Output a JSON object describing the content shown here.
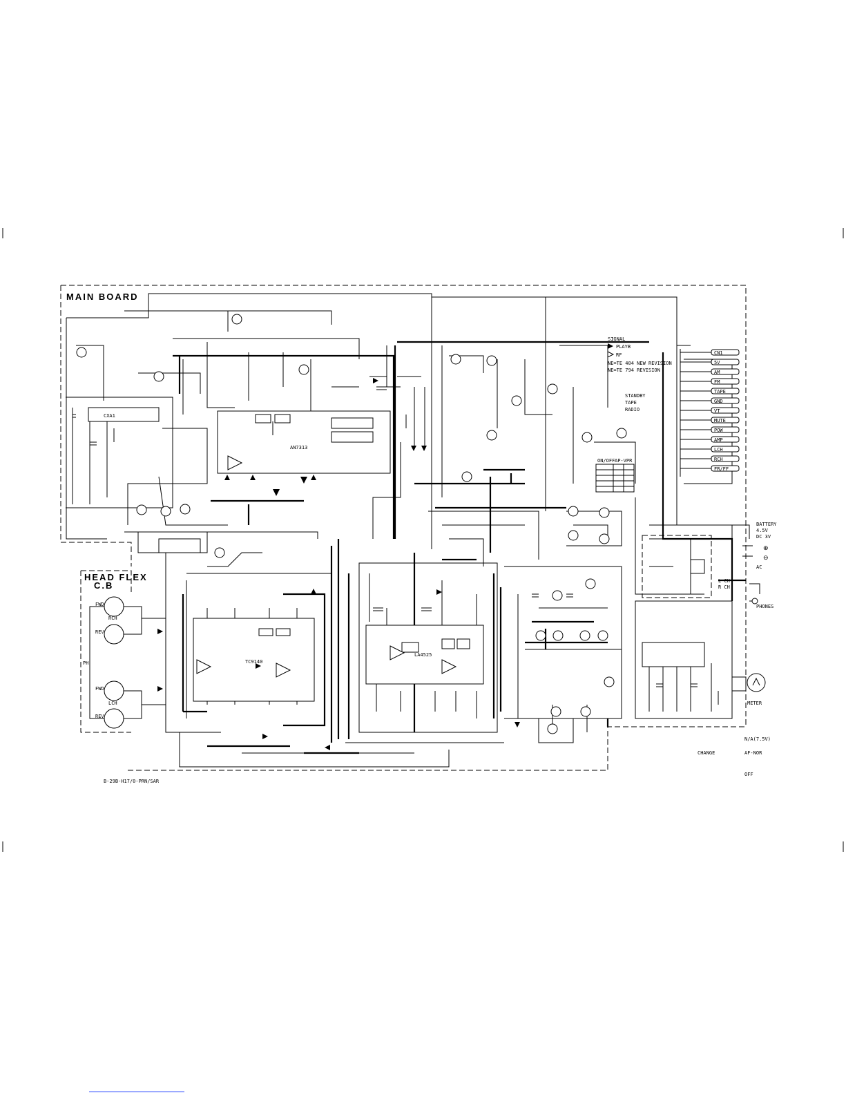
{
  "board": {
    "main_title": "MAIN BOARD",
    "head_flex_title": "HEAD FLEX",
    "head_flex_sub": "C.B"
  },
  "head": {
    "fwd_r": "FWD",
    "rev_r": "REV",
    "rch": "RCH",
    "lch": "LCH",
    "fwd_l": "FWD",
    "rev_l": "REV",
    "ph": "PH"
  },
  "legend": {
    "title": "SIGNAL",
    "play": "PLAYB",
    "rf": "RF",
    "note1": "NE=TE 404 NEW REVISION",
    "note2": "NE=TE 794 REVISION"
  },
  "switch_table": {
    "title1": "ON/OFF",
    "title2": "AP-VPR",
    "row1": "STANDBY",
    "row2": "TAPE",
    "row3": "RADIO"
  },
  "connector": {
    "pins": [
      "CN1",
      "5V",
      "AM",
      "FM",
      "TAPE",
      "GND",
      "VT",
      "MUTE",
      "POW",
      "AMP",
      "LCH",
      "RCH",
      "FR/FF"
    ]
  },
  "power": {
    "battery": "BATTERY",
    "battery_v": "4.5V",
    "dc_in": "DC 3V",
    "plus": "⊕",
    "minus": "⊖",
    "ac_in": "AC",
    "lch": "L CH",
    "rch": "R CH",
    "phones": "PHONES"
  },
  "meter": {
    "label": "METER"
  },
  "footer": {
    "left": "B-29B-H17/0-PRN/SAR",
    "right1": "N/A(7.5V)",
    "right2": "CHANGE",
    "right3": "AF-NOR",
    "right4": "OFF"
  },
  "ic_labels": {
    "ic1": "CXA1",
    "ic2": "AN7313",
    "ic3": "TC9140",
    "ic4": "LA4525"
  },
  "colors": {
    "ink": "#000000",
    "paper": "#ffffff",
    "link": "#1a3cff"
  }
}
